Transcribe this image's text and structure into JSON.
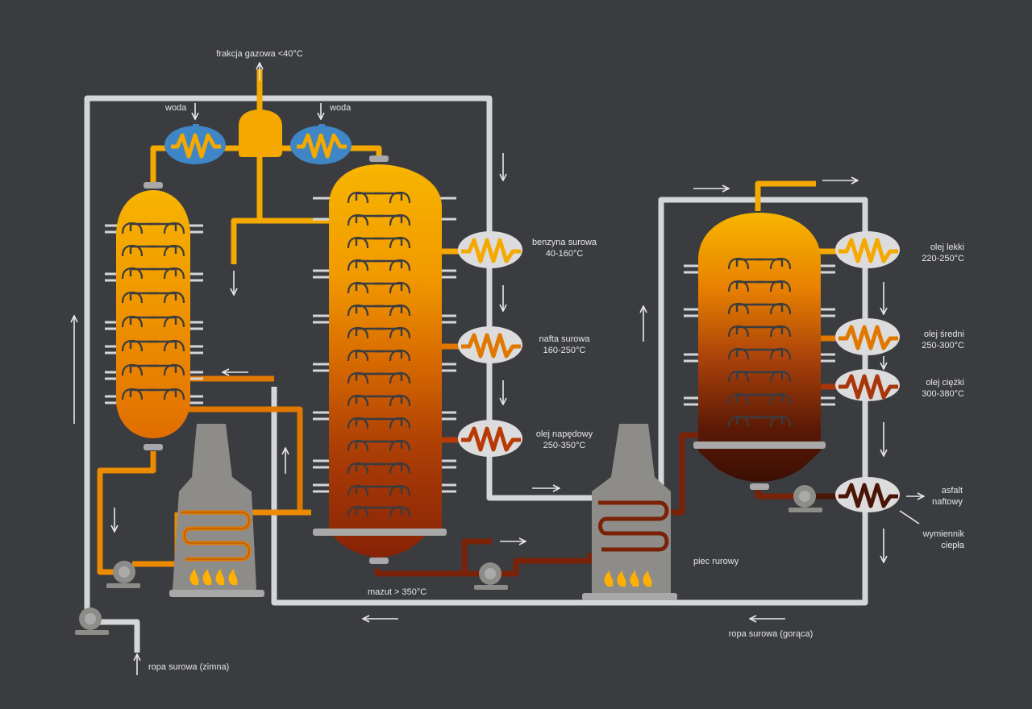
{
  "labels": {
    "gas_fraction": "frakcja gazowa <40°C",
    "water_left": "woda",
    "water_right": "woda",
    "crude_gasoline_name": "benzyna surowa",
    "crude_gasoline_range": "40-160°C",
    "crude_naphtha_name": "nafta surowa",
    "crude_naphtha_range": "160-250°C",
    "diesel_name": "olej napędowy",
    "diesel_range": "250-350°C",
    "light_oil_name": "olej lekki",
    "light_oil_range": "220-250°C",
    "medium_oil_name": "olej średni",
    "medium_oil_range": "250-300°C",
    "heavy_oil_name": "olej ciężki",
    "heavy_oil_range": "300-380°C",
    "asphalt_1": "asfalt",
    "asphalt_2": "naftowy",
    "heat_exchanger_1": "wymiennik",
    "heat_exchanger_2": "ciepła",
    "tube_furnace": "piec rurowy",
    "fuel_oil": "mazut > 350°C",
    "crude_oil_hot": "ropa surowa (gorąca)",
    "crude_oil_cold": "ropa surowa (zimna)"
  },
  "colors": {
    "background": "#3a3c40",
    "pipe_cold": "#d4d6d9",
    "yellow": "#f7b500",
    "orange": "#ec8a00",
    "dark_orange": "#c95400",
    "red_brown": "#9a2d08",
    "dark_brown": "#4a1406",
    "water_blue": "#3e86c6",
    "furnace_gray": "#8e8c89",
    "flame": "#ffb000"
  },
  "icons": [
    "arrow-icon",
    "flame-icon",
    "pump-icon",
    "heat-exchanger-icon"
  ]
}
